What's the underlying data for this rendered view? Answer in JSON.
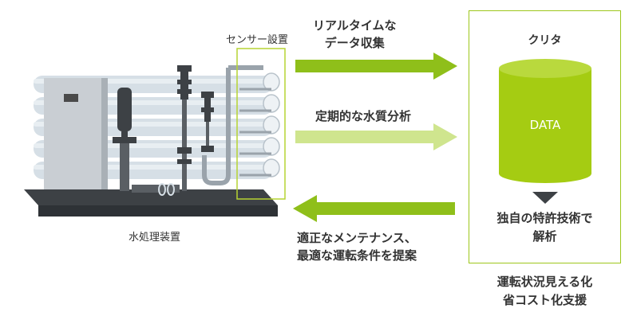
{
  "machine": {
    "sensor_label": "センサー設置",
    "caption": "水処理装置"
  },
  "flows": {
    "realtime": {
      "line1": "リアルタイムな",
      "line2": "データ収集"
    },
    "periodic": {
      "label": "定期的な水質分析"
    },
    "feedback": {
      "line1": "適正なメンテナンス、",
      "line2": "最適な運転条件を提案"
    }
  },
  "kurita": {
    "title": "クリタ",
    "db_label": "DATA",
    "analysis_line1": "独自の特許技術で",
    "analysis_line2": "解析"
  },
  "benefit": {
    "line1": "運転状況見える化",
    "line2": "省コスト化支援"
  },
  "colors": {
    "accent_green": "#8fbf1a",
    "light_green": "#cfe58e",
    "db_green": "#a5cc12",
    "machine_gray": "#4a4a4a",
    "pipe_light": "#d9e2e8"
  }
}
